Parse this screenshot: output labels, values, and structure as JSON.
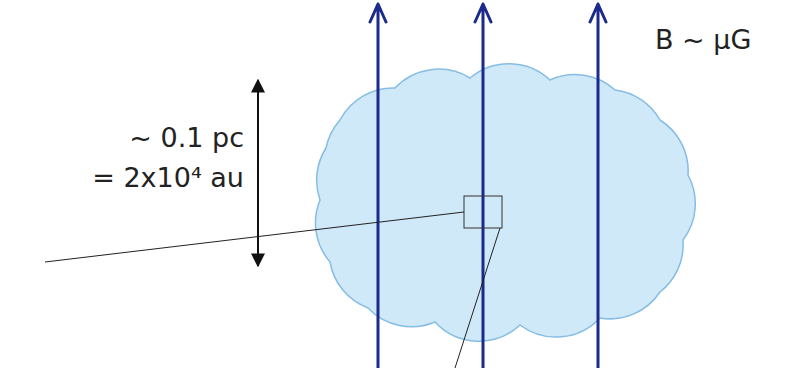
{
  "diagram": {
    "labels": [
      "B ~ μG",
      "~ 0.1 pc",
      "= 2x10⁴ au"
    ]
  }
}
